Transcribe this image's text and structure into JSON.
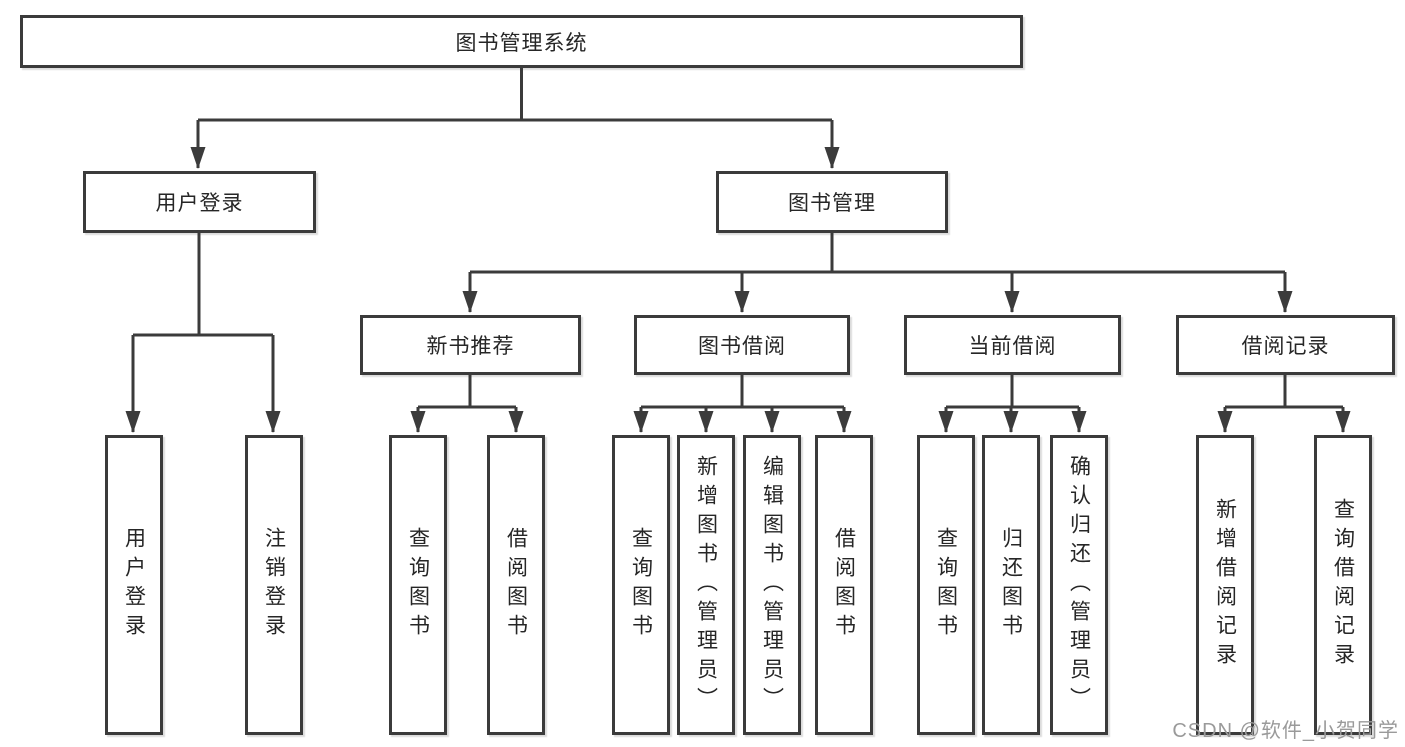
{
  "colors": {
    "line": "#3b3b3b",
    "box_border": "#3b3b3b",
    "text": "#262626",
    "watermark": "#9a9a9a",
    "background": "#ffffff"
  },
  "tree": {
    "label": "图书管理系统",
    "children": [
      {
        "label": "用户登录",
        "children": [
          {
            "label": "用户登录"
          },
          {
            "label": "注销登录"
          }
        ]
      },
      {
        "label": "图书管理",
        "children": [
          {
            "label": "新书推荐",
            "children": [
              {
                "label": "查询图书"
              },
              {
                "label": "借阅图书"
              }
            ]
          },
          {
            "label": "图书借阅",
            "children": [
              {
                "label": "查询图书"
              },
              {
                "label": "新增图书（管理员）"
              },
              {
                "label": "编辑图书（管理员）"
              },
              {
                "label": "借阅图书"
              }
            ]
          },
          {
            "label": "当前借阅",
            "children": [
              {
                "label": "查询图书"
              },
              {
                "label": "归还图书"
              },
              {
                "label": "确认归还（管理员）"
              }
            ]
          },
          {
            "label": "借阅记录",
            "children": [
              {
                "label": "新增借阅记录"
              },
              {
                "label": "查询借阅记录"
              }
            ]
          }
        ]
      }
    ]
  },
  "watermark": "CSDN @软件_小贺同学"
}
